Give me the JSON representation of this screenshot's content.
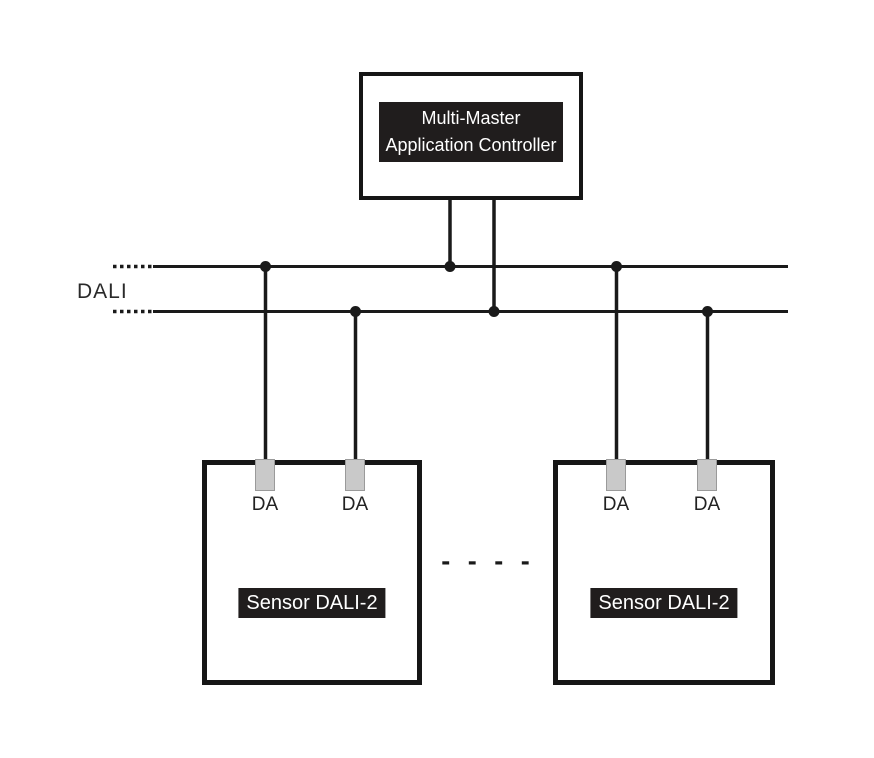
{
  "diagram": {
    "controller": {
      "label_line1": "Multi-Master",
      "label_line2": "Application Controller"
    },
    "bus": {
      "label": "DALI",
      "wire_count": 2
    },
    "sensors": [
      {
        "label": "Sensor DALI-2",
        "terminals": [
          {
            "label": "DA"
          },
          {
            "label": "DA"
          }
        ]
      },
      {
        "label": "Sensor DALI-2",
        "terminals": [
          {
            "label": "DA"
          },
          {
            "label": "DA"
          }
        ]
      }
    ],
    "ellipsis": "- - - -",
    "colors": {
      "line": "#1a1a1a",
      "box_border": "#161616",
      "label_bg": "#201d1d",
      "label_text": "#ffffff",
      "terminal_fill": "#c9c9c9",
      "terminal_border": "#9a9a9a",
      "background": "#ffffff"
    }
  }
}
